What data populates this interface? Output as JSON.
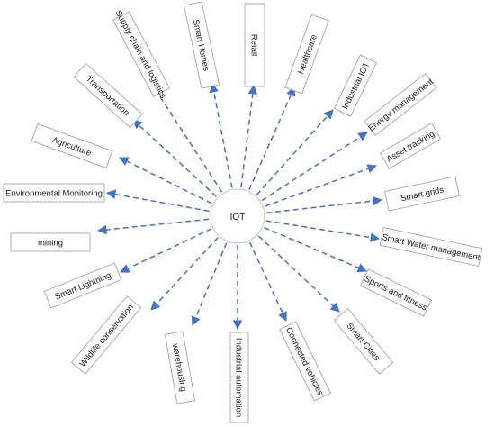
{
  "hub": {
    "label": "IOT"
  },
  "colors": {
    "arrow": "#4472c4",
    "box_border": "#9a9a9a",
    "hub_border": "#c4c4c4"
  },
  "nodes": [
    {
      "label": "Supply chain and logistics"
    },
    {
      "label": "Smart Homes"
    },
    {
      "label": "Retail"
    },
    {
      "label": "Healthcare"
    },
    {
      "label": "Industrial IOT"
    },
    {
      "label": "Energy management"
    },
    {
      "label": "Asset tracking"
    },
    {
      "label": "Smart grids"
    },
    {
      "label": "Smart Water management"
    },
    {
      "label": "Sports and fitness"
    },
    {
      "label": "Smart Cities"
    },
    {
      "label": "Connected vehicles"
    },
    {
      "label": "Industrial automation"
    },
    {
      "label": "warehousing"
    },
    {
      "label": "Wildlife conservation"
    },
    {
      "label": "Smart Lightning"
    },
    {
      "label": "mining"
    },
    {
      "label": "Environmental Monitoring"
    },
    {
      "label": "Agriculture"
    },
    {
      "label": "Transportation"
    }
  ]
}
